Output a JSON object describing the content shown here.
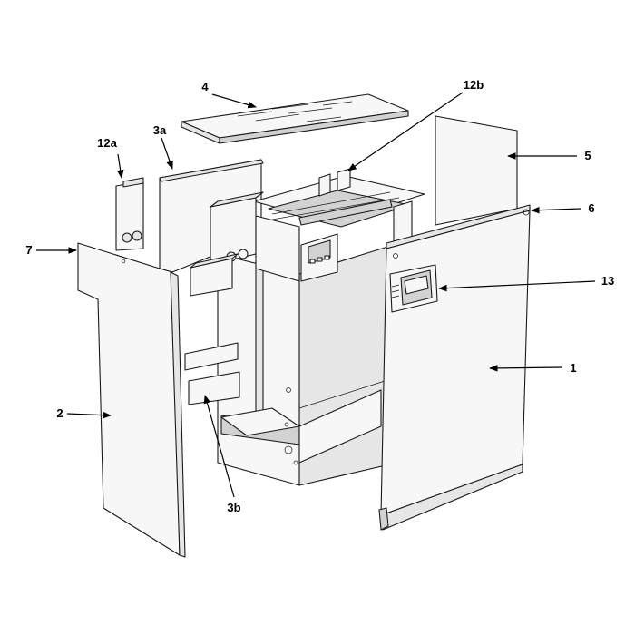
{
  "diagram": {
    "callouts": {
      "c1": "1",
      "c2": "2",
      "c3a": "3a",
      "c3b": "3b",
      "c4": "4",
      "c5": "5",
      "c6": "6",
      "c7": "7",
      "c12a": "12a",
      "c12b": "12b",
      "c13": "13"
    }
  }
}
